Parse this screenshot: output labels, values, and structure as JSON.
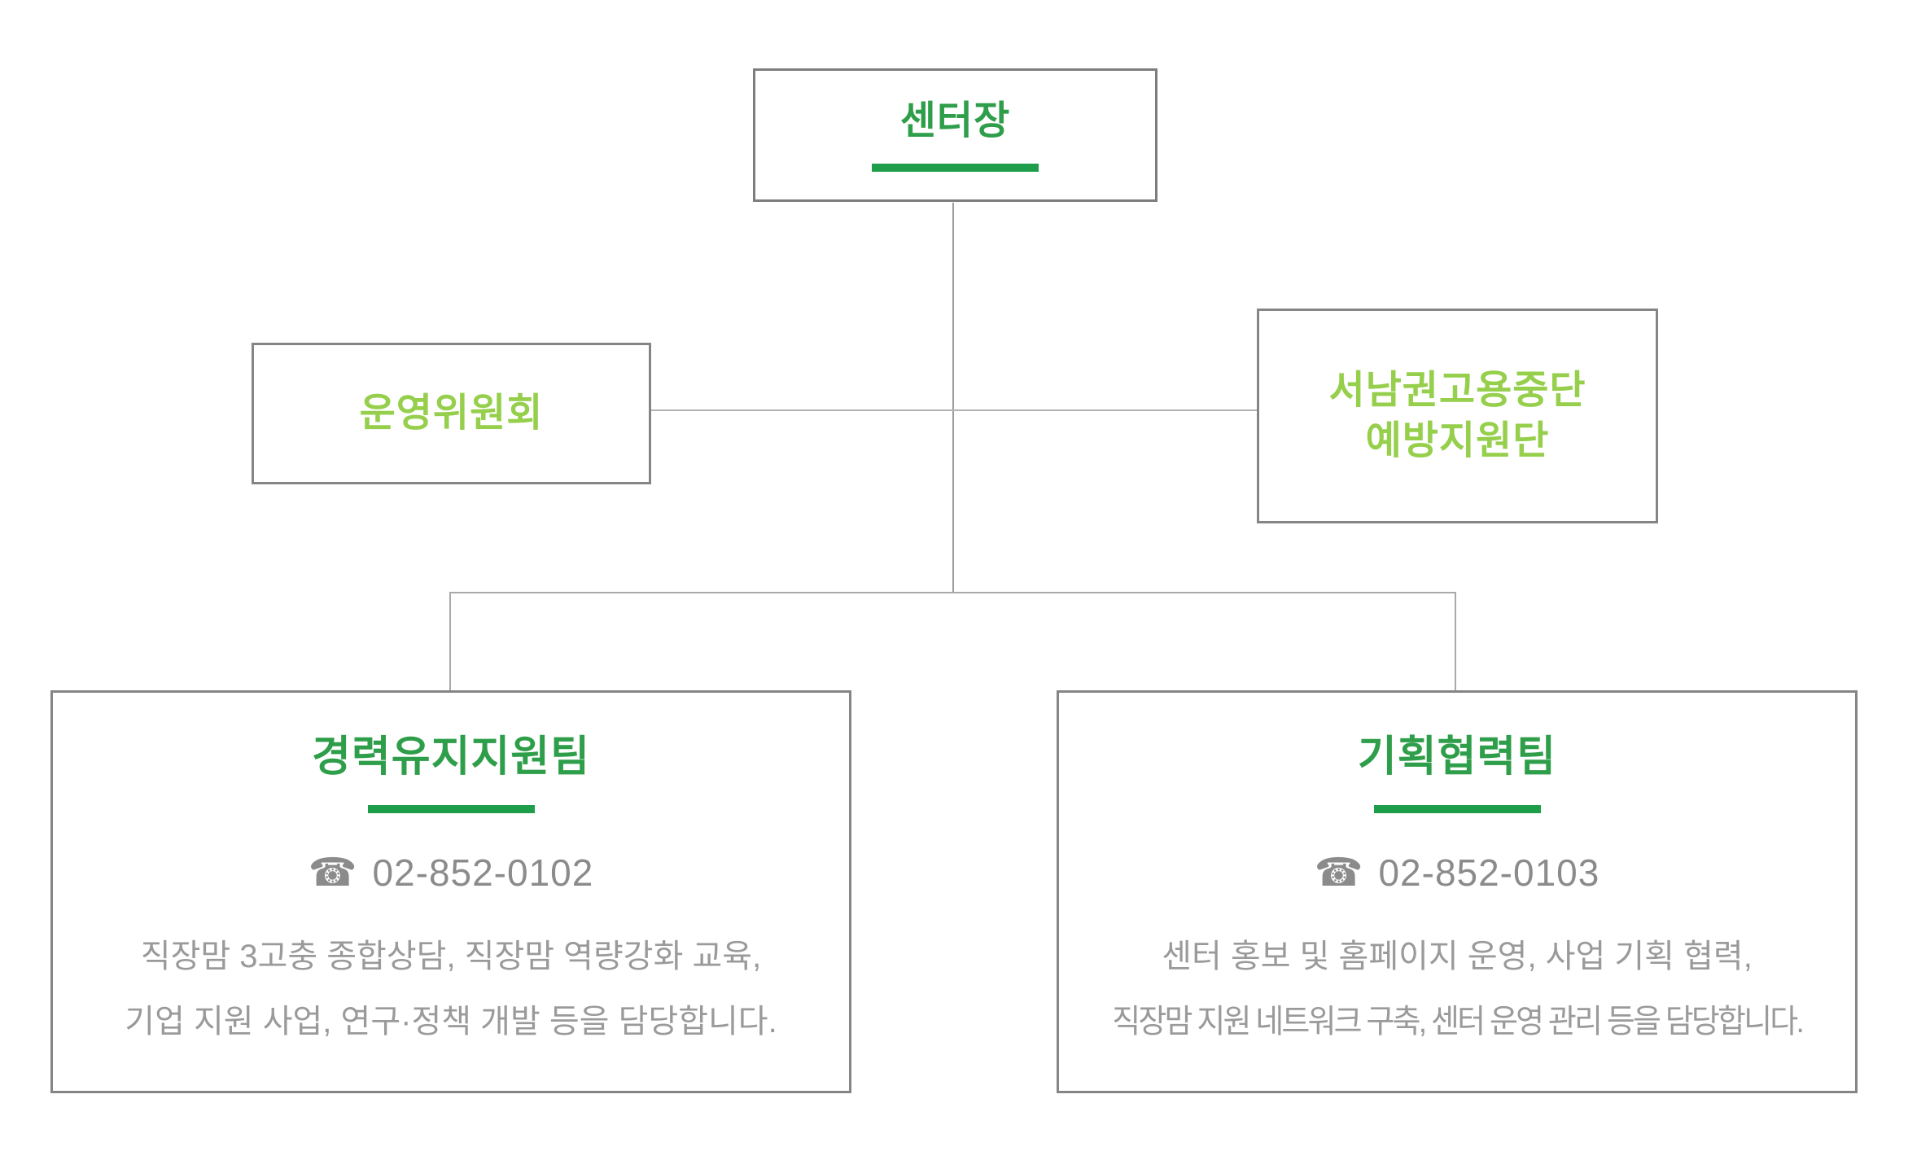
{
  "org": {
    "root": {
      "title": "센터장"
    },
    "committee_left": {
      "title": "운영위원회"
    },
    "committee_right": {
      "line1": "서남권고용중단",
      "line2": "예방지원단"
    },
    "teams": [
      {
        "name": "경력유지지원팀",
        "phone_icon": "☎",
        "phone": "02-852-0102",
        "desc1": "직장맘 3고충 종합상담, 직장맘 역량강화 교육,",
        "desc2": "기업 지원 사업, 연구·정책 개발 등을 담당합니다."
      },
      {
        "name": "기획협력팀",
        "phone_icon": "☎",
        "phone": "02-852-0103",
        "desc1": "센터 홍보 및 홈페이지 운영, 사업 기획 협력,",
        "desc2": "직장맘 지원 네트워크 구축, 센터 운영 관리 등을 담당합니다."
      }
    ],
    "colors": {
      "title_green": "#2f9e4a",
      "bar_green": "#1e9e4a",
      "light_green": "#96cf4c",
      "phone_gray": "#8b8b8b",
      "desc_gray": "#9a9a9a",
      "border_gray": "#858585",
      "line_gray": "#a9a9a9"
    }
  }
}
